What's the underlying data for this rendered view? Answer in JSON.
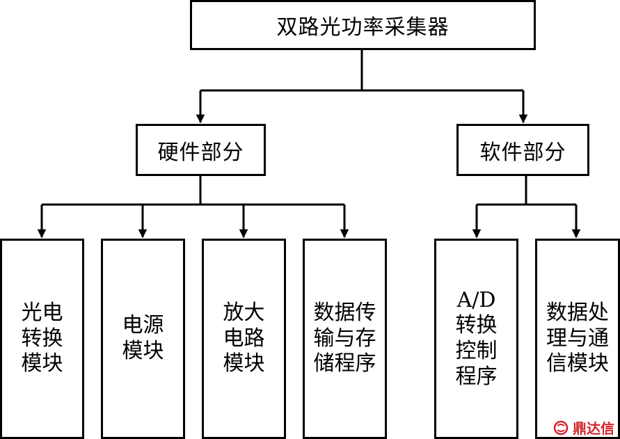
{
  "root": "双路光功率采集器",
  "hardware": {
    "label": "硬件部分",
    "modules": [
      [
        "光电",
        "转换",
        "模块"
      ],
      [
        "电源",
        "模块"
      ],
      [
        "放大",
        "电路",
        "模块"
      ],
      [
        "数据传",
        "输与存",
        "储程序"
      ]
    ]
  },
  "software": {
    "label": "软件部分",
    "modules": [
      [
        "A/D",
        "转换",
        "控制",
        "程序"
      ],
      [
        "数据处",
        "理与通",
        "信模块"
      ]
    ]
  },
  "watermark": "鼎达信",
  "colors": {
    "line": "#000000",
    "watermark": "#d2232a"
  }
}
